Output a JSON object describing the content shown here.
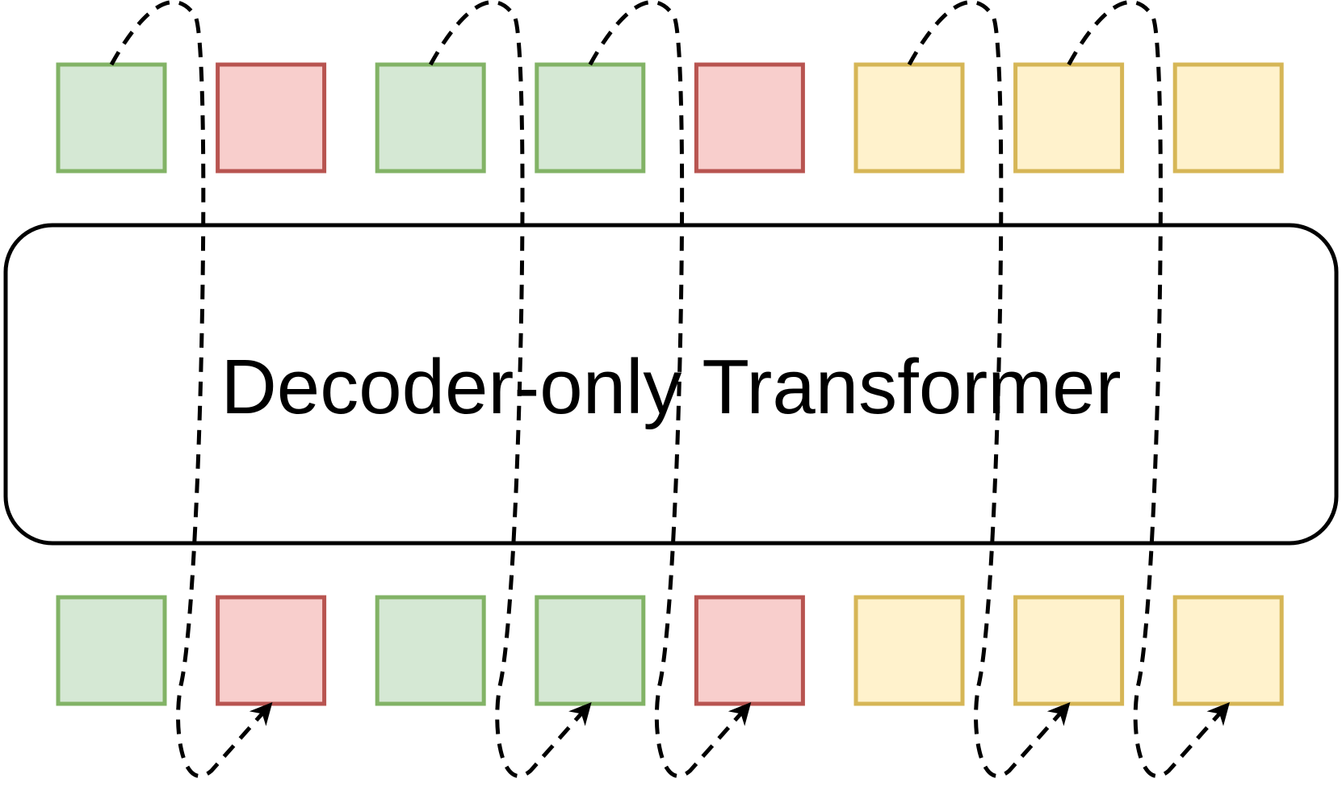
{
  "model": {
    "label": "Decoder-only Transformer"
  },
  "token_kinds": {
    "green": {
      "fill": "#d5e8d4",
      "stroke": "#82b366"
    },
    "red": {
      "fill": "#f8cecc",
      "stroke": "#b85450"
    },
    "yellow": {
      "fill": "#fff2cc",
      "stroke": "#d6b656"
    }
  },
  "sequence": [
    "green",
    "red",
    "green",
    "green",
    "red",
    "yellow",
    "yellow",
    "yellow"
  ],
  "feedback_loops": [
    {
      "from_output": 0,
      "to_input": 1
    },
    {
      "from_output": 2,
      "to_input": 3
    },
    {
      "from_output": 3,
      "to_input": 4
    },
    {
      "from_output": 5,
      "to_input": 6
    },
    {
      "from_output": 6,
      "to_input": 7
    }
  ]
}
